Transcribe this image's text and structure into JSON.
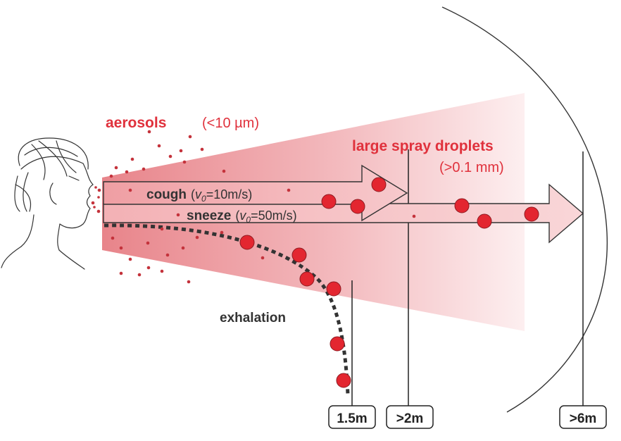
{
  "labels": {
    "aerosols": "aerosols",
    "aerosols_size": "(<10 µm)",
    "large_droplets": "large spray droplets",
    "large_droplets_size": "(>0.1 mm)",
    "cough_word": "cough",
    "cough_v": "v",
    "cough_sub": "0",
    "cough_value": "=10m/s)",
    "sneeze_word": "sneeze",
    "sneeze_v": "v",
    "sneeze_sub": "0",
    "sneeze_value": "=50m/s)",
    "exhalation": "exhalation"
  },
  "distances": {
    "d1": "1.5m",
    "d2": ">2m",
    "d3": ">6m"
  },
  "colors": {
    "accent_red": "#e0313c",
    "droplet_red": "#e32630",
    "cone_pink": "#e8848a",
    "arrow_fill": "#f7c9cc",
    "text_dark": "#333333"
  },
  "icons": {
    "person": "person-sneezing-profile-sketch"
  }
}
